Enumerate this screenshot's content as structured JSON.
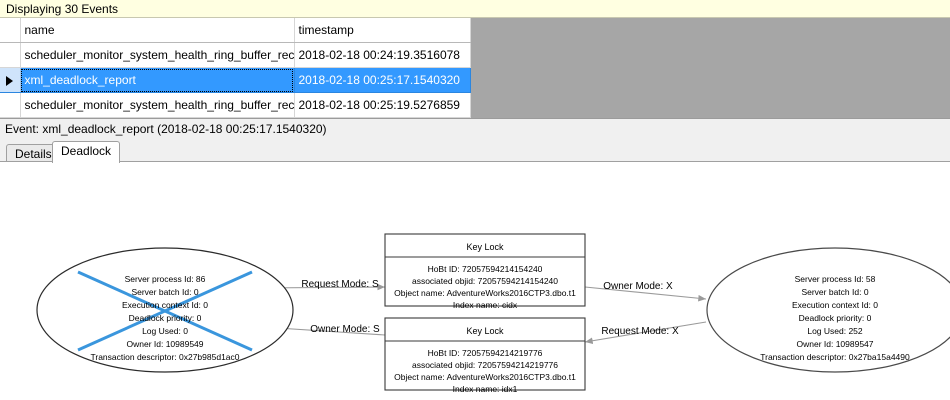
{
  "banner": {
    "text": "Displaying 30 Events"
  },
  "grid": {
    "columns": [
      {
        "key": "sel",
        "label": ""
      },
      {
        "key": "name",
        "label": "name"
      },
      {
        "key": "timestamp",
        "label": "timestamp"
      }
    ],
    "rows": [
      {
        "marker": "",
        "name": "scheduler_monitor_system_health_ring_buffer_recorded",
        "timestamp": "2018-02-18 00:24:19.3516078",
        "selected": false
      },
      {
        "marker": "current-row-arrow",
        "name": "xml_deadlock_report",
        "timestamp": "2018-02-18 00:25:17.1540320",
        "selected": true
      },
      {
        "marker": "",
        "name": "scheduler_monitor_system_health_ring_buffer_recorded",
        "timestamp": "2018-02-18 00:25:19.5276859",
        "selected": false
      }
    ],
    "selection_color": "#3399ff"
  },
  "event_header": {
    "text": "Event: xml_deadlock_report (2018-02-18 00:25:17.1540320)"
  },
  "tabs": [
    {
      "label": "Details",
      "active": false
    },
    {
      "label": "Deadlock",
      "active": true
    }
  ],
  "deadlock_graph": {
    "victim_color": "#3a96dd",
    "process_left": {
      "role": "deadlock-victim",
      "lines": [
        "Server process Id: 86",
        "Server batch Id: 0",
        "Execution context Id: 0",
        "Deadlock priority: 0",
        "Log Used: 0",
        "Owner Id: 10989549",
        "Transaction descriptor: 0x27b985d1ac0"
      ]
    },
    "process_right": {
      "role": "surviving-process",
      "lines": [
        "Server process Id: 58",
        "Server batch Id: 0",
        "Execution context Id: 0",
        "Deadlock priority: 0",
        "Log Used: 252",
        "Owner Id: 10989547",
        "Transaction descriptor: 0x27ba15a4490"
      ]
    },
    "resource_top": {
      "title": "Key Lock",
      "lines": [
        "HoBt ID: 72057594214154240",
        "associated objid: 72057594214154240",
        "Object name: AdventureWorks2016CTP3.dbo.t1",
        "Index name: cidx"
      ]
    },
    "resource_bottom": {
      "title": "Key Lock",
      "lines": [
        "HoBt ID: 72057594214219776",
        "associated objid: 72057594214219776",
        "Object name: AdventureWorks2016CTP3.dbo.t1",
        "Index name: idx1"
      ]
    },
    "edges": [
      {
        "id": "left-request-top",
        "label": "Request Mode: S"
      },
      {
        "id": "right-owner-top",
        "label": "Owner Mode: X"
      },
      {
        "id": "left-owner-bottom",
        "label": "Owner Mode: S"
      },
      {
        "id": "right-request-bottom",
        "label": "Request Mode: X"
      }
    ]
  }
}
